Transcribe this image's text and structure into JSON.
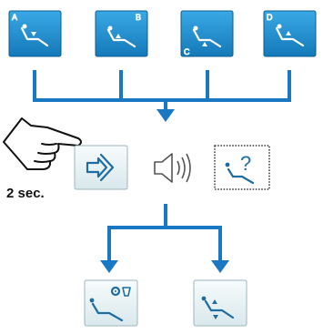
{
  "diagram": {
    "colors": {
      "arrow": "#1a78c2",
      "key_dark_bg": "#1f8fd0",
      "key_light_bg": "#eef4f6",
      "icon_light_stroke": "#ffffff",
      "icon_dark_stroke": "#1d6da3"
    },
    "top_keys": [
      {
        "id": "a",
        "letter": "A",
        "icon": "chair-position-A-icon"
      },
      {
        "id": "b",
        "letter": "B",
        "icon": "chair-position-B-icon"
      },
      {
        "id": "c",
        "letter": "C",
        "icon": "chair-position-C-icon"
      },
      {
        "id": "d",
        "letter": "D",
        "icon": "chair-position-D-icon"
      }
    ],
    "hold_label": "2 sec.",
    "middle_row": [
      {
        "id": "memory-key",
        "icon": "memory-arrow-icon"
      },
      {
        "id": "beep",
        "icon": "speaker-beep-icon"
      },
      {
        "id": "question",
        "icon": "chair-question-icon",
        "text": "?"
      }
    ],
    "bottom_keys": [
      {
        "id": "spittoon-position",
        "icon": "spittoon-position-icon"
      },
      {
        "id": "last-position",
        "icon": "last-position-icon"
      }
    ]
  }
}
